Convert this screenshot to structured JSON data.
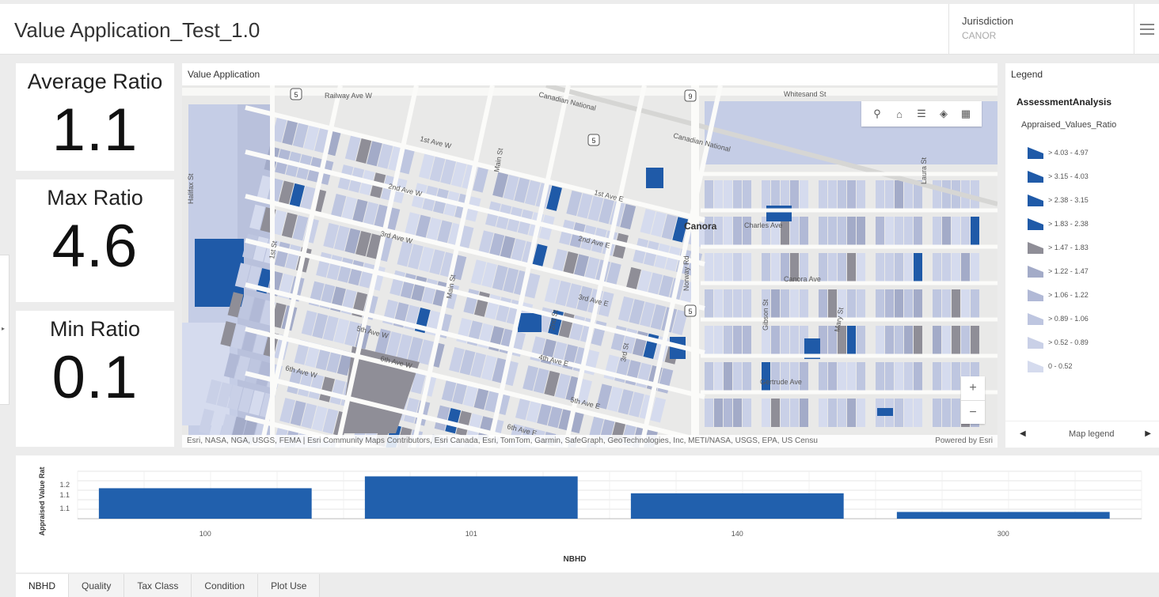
{
  "header": {
    "title": "Value Application_Test_1.0",
    "jurisdiction_label": "Jurisdiction",
    "jurisdiction_value": "CANOR"
  },
  "metrics": [
    {
      "label": "Average Ratio",
      "value": "1.1"
    },
    {
      "label": "Max Ratio",
      "value": "4.6"
    },
    {
      "label": "Min Ratio",
      "value": "0.1"
    }
  ],
  "map": {
    "title": "Value Application",
    "attribution": "Esri, NASA, NGA, USGS, FEMA | Esri Community Maps Contributors, Esri Canada, Esri, TomTom, Garmin, SafeGraph, GeoTechnologies, Inc, METI/NASA, USGS, EPA, US Censu",
    "powered_by": "Powered by Esri",
    "place_label": "Canora",
    "street_labels": [
      "Railway Ave W",
      "Canadian National",
      "Canadian National",
      "Whitesand St",
      "1st Ave W",
      "2nd Ave W",
      "3rd Ave W",
      "6th Ave W",
      "5th Ave W",
      "6th Ave W",
      "1st Ave E",
      "2nd Ave E",
      "3rd Ave E",
      "4th Ave E",
      "5th Ave E",
      "6th Ave E",
      "Main St",
      "Main St",
      "2nd St",
      "3rd St",
      "1st St",
      "Norway Rd",
      "Charles Ave",
      "Canora Ave",
      "Gertrude Ave",
      "Mary St",
      "Laura St",
      "Halifax St",
      "Gibson St"
    ],
    "route_shields": [
      "5",
      "9",
      "5",
      "5"
    ]
  },
  "legend": {
    "title": "Legend",
    "layer": "AssessmentAnalysis",
    "field": "Appraised_Values_Ratio",
    "items": [
      {
        "label": "> 4.03 - 4.97",
        "color": "#1f5aa8"
      },
      {
        "label": "> 3.15 - 4.03",
        "color": "#1f5aa8"
      },
      {
        "label": "> 2.38 - 3.15",
        "color": "#1f5aa8"
      },
      {
        "label": "> 1.83 - 2.38",
        "color": "#1f5aa8"
      },
      {
        "label": "> 1.47 - 1.83",
        "color": "#8f8e97"
      },
      {
        "label": "> 1.22 - 1.47",
        "color": "#a3abc8"
      },
      {
        "label": "> 1.06 - 1.22",
        "color": "#b1b9d6"
      },
      {
        "label": "> 0.89 - 1.06",
        "color": "#bec6e0"
      },
      {
        "label": "> 0.52 - 0.89",
        "color": "#c9d0e7"
      },
      {
        "label": "0 - 0.52",
        "color": "#d5dbee"
      }
    ],
    "footer_label": "Map legend",
    "prev_icon": "caret-left-icon",
    "next_icon": "caret-right-icon"
  },
  "chart_data": {
    "type": "bar",
    "categories": [
      "100",
      "101",
      "140",
      "300"
    ],
    "values": [
      1.18,
      1.25,
      1.15,
      1.04
    ],
    "xlabel": "NBHD",
    "ylabel": "Appraised Value Rat",
    "yticks": [
      "1.2",
      "1.1",
      "1.1"
    ],
    "ylim": [
      1.0,
      1.28
    ],
    "grid": true,
    "bar_color": "#2160ad"
  },
  "tabs": [
    "NBHD",
    "Quality",
    "Tax Class",
    "Condition",
    "Plot Use"
  ],
  "colors": {
    "bar": "#2160ad",
    "parcel_high": "#1f5aa8",
    "parcel_mid": "#8f8e97",
    "parcel_low": "#c9d0e7"
  }
}
